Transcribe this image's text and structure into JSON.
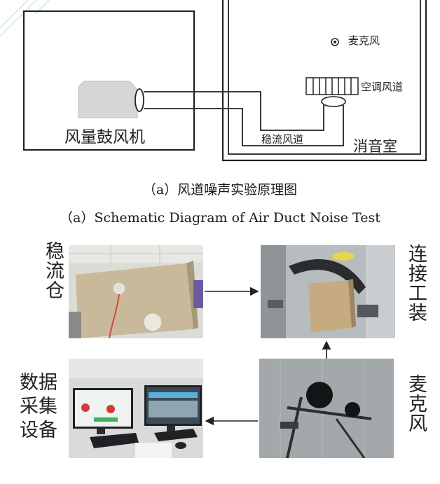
{
  "diagram": {
    "blower_label": "风量鼓风机",
    "mic_label": "麦克风",
    "ac_duct_label": "空调风道",
    "stable_duct_label": "稳流风道",
    "chamber_label": "消音室"
  },
  "captions": {
    "zh": "（a）风道噪声实验原理图",
    "en": "（a）Schematic Diagram of Air Duct Noise Test"
  },
  "photos": {
    "top_left_label": "稳流仓",
    "top_right_label": "连接工装",
    "bottom_left_label": "数据采集设备",
    "bottom_right_label": "麦克风"
  }
}
